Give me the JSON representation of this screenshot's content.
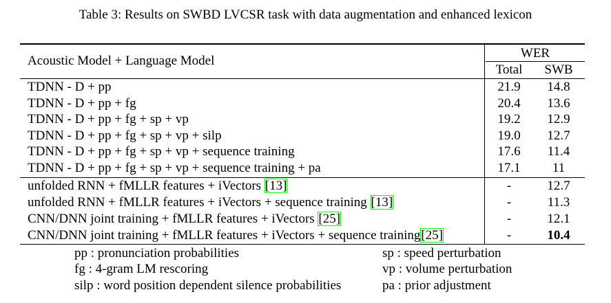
{
  "caption": "Table 3: Results on SWBD LVCSR task with data augmentation and enhanced lexicon",
  "header": {
    "model": "Acoustic Model + Language Model",
    "wer": "WER",
    "total": "Total",
    "swb": "SWB"
  },
  "rows": [
    {
      "model": "TDNN - D + pp",
      "total": "21.9",
      "swb": "14.8"
    },
    {
      "model": "TDNN - D + pp + fg",
      "total": "20.4",
      "swb": "13.6"
    },
    {
      "model": "TDNN - D + pp + fg + sp + vp",
      "total": "19.2",
      "swb": "12.9"
    },
    {
      "model": "TDNN - D + pp + fg + sp + vp + silp",
      "total": "19.0",
      "swb": "12.7"
    },
    {
      "model": "TDNN - D + pp + fg + sp + vp + sequence training",
      "total": "17.6",
      "swb": "11.4"
    },
    {
      "model": "TDNN - D + pp + fg + sp + vp + sequence training + pa",
      "total": "17.1",
      "swb": "11"
    },
    {
      "model": "unfolded RNN + fMLLR features + iVectors ",
      "cite": "[13]",
      "total": "-",
      "swb": "12.7"
    },
    {
      "model": "unfolded RNN + fMLLR features + iVectors + sequence training ",
      "cite": "[13]",
      "total": "-",
      "swb": "11.3"
    },
    {
      "model": "CNN/DNN joint training + fMLLR features + iVectors ",
      "cite": "[25]",
      "total": "-",
      "swb": "12.1"
    },
    {
      "model": "CNN/DNN joint training + fMLLR features + iVectors + sequence training",
      "cite": "[25]",
      "total": "-",
      "swb": "10.4"
    }
  ],
  "legend": [
    {
      "left": "pp : pronunciation probabilities",
      "right": "sp : speed perturbation"
    },
    {
      "left": "fg : 4-gram LM rescoring",
      "right": "vp : volume perturbation"
    },
    {
      "left": "silp : word position dependent silence probabilities",
      "right": "pa : prior adjustment"
    }
  ]
}
